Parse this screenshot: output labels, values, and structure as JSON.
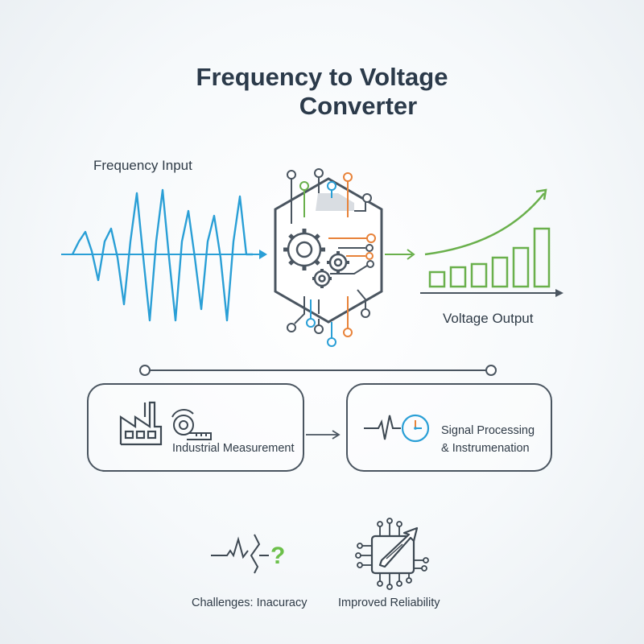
{
  "title": {
    "line1": "Frequency to Voltage",
    "line2": "Converter"
  },
  "input": {
    "label": "Frequency Input"
  },
  "output": {
    "label": "Voltage Output"
  },
  "cards": {
    "left": {
      "label": "Industrial Measurement",
      "icons": [
        "factory-icon",
        "measuring-tape-icon"
      ]
    },
    "right": {
      "label_line1": "Signal Processing",
      "label_line2": "& Instrumenation",
      "icons": [
        "signal-wave-icon",
        "clock-icon"
      ]
    }
  },
  "bottom": {
    "left": {
      "label": "Challenges: Inacuracy",
      "icon": "broken-signal-question-icon"
    },
    "right": {
      "label": "Improved Reliability",
      "icon": "chip-arrow-icon"
    }
  },
  "colors": {
    "wave": "#2a9fd6",
    "output_green": "#6ab04c",
    "circuit_orange": "#e8833a",
    "line_dark": "#4a5560",
    "question_green": "#6cc04a"
  }
}
